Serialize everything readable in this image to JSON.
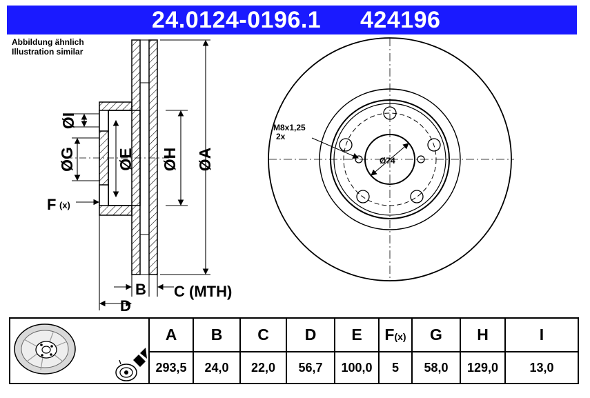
{
  "header": {
    "part_number": "24.0124-0196.1",
    "short_number": "424196"
  },
  "note": {
    "line1": "Abbildung ähnlich",
    "line2": "Illustration similar"
  },
  "labels": {
    "I": "ØI",
    "G": "ØG",
    "E": "ØE",
    "H": "ØH",
    "A": "ØA",
    "F": "F",
    "F_sub": "(x)",
    "B": "B",
    "C": "C (MTH)",
    "D": "D",
    "thread": "M8x1,25",
    "thread_count": "2x",
    "center": "Ø74"
  },
  "table": {
    "headers": [
      "A",
      "B",
      "C",
      "D",
      "E",
      "F",
      "G",
      "H",
      "I"
    ],
    "f_sub": "(x)",
    "values": [
      "293,5",
      "24,0",
      "22,0",
      "56,7",
      "100,0",
      "5",
      "58,0",
      "129,0",
      "13,0"
    ]
  },
  "icons": {
    "thumbnail": "brake-disc-icon",
    "measurement": "disc-measure-icon"
  },
  "colors": {
    "header_bg": "#1a1aff",
    "header_text": "#ffffff",
    "line": "#000000"
  }
}
